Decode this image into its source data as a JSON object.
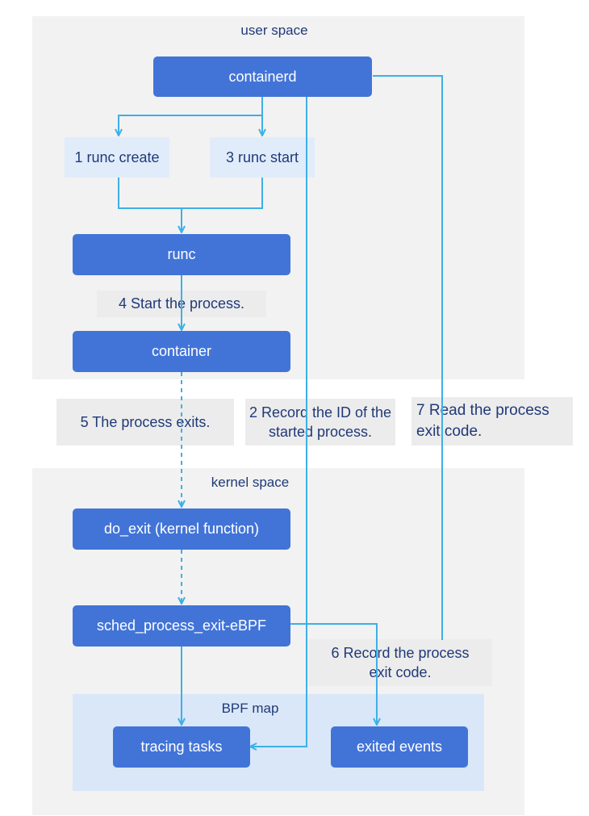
{
  "regions": {
    "user_space": "user space",
    "kernel_space": "kernel space",
    "bpf_map": "BPF map"
  },
  "nodes": {
    "containerd": "containerd",
    "runc": "runc",
    "container": "container",
    "do_exit": "do_exit (kernel function)",
    "sched": "sched_process_exit-eBPF",
    "tracing": "tracing tasks",
    "exited": "exited events"
  },
  "steps": {
    "s1": "1 runc create",
    "s2": "2 Record the ID of the started process.",
    "s3": "3 runc start",
    "s4": "4 Start the process.",
    "s5": "5 The process exits.",
    "s6": "6 Record the process exit code.",
    "s7": "7 Read the process exit code."
  },
  "colors": {
    "node_fill": "#4274d8",
    "connector": "#3db0e6",
    "region_fill": "#f2f2f2",
    "bpf_fill": "#d9e7f8"
  }
}
